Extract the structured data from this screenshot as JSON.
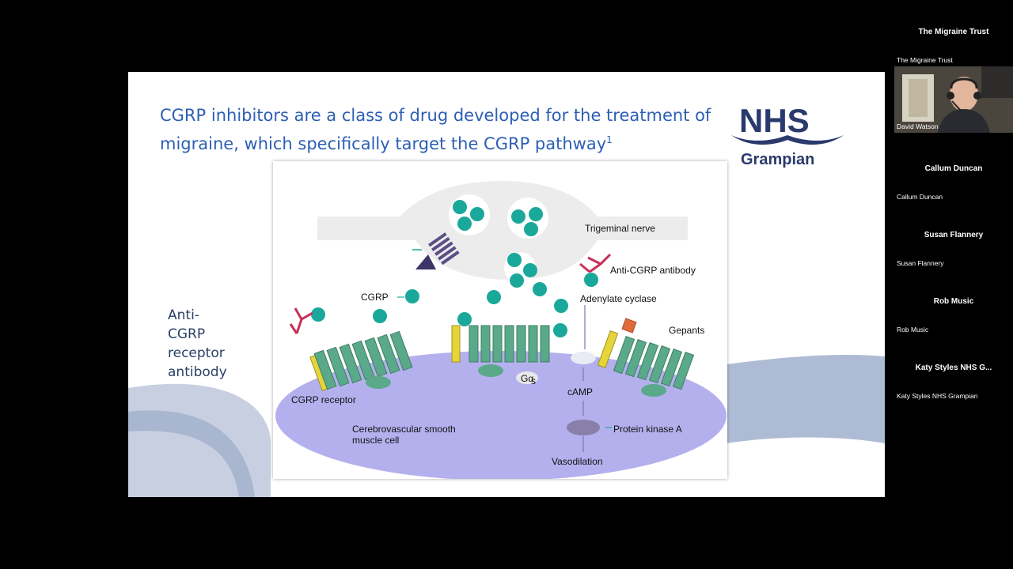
{
  "slide": {
    "title_main": "CGRP inhibitors are a class of drug developed for the treatment of migraine, which specifically target the CGRP pathway",
    "title_sup": "1",
    "logo_nhs": "NHS",
    "logo_region": "Grampian",
    "side_label": "Anti-\nCGRP\nreceptor\nantibody"
  },
  "figure": {
    "labels": {
      "trigeminal": "Trigeminal nerve",
      "anti_cgrp": "Anti-CGRP antibody",
      "cgrp": "CGRP",
      "adenylate": "Adenylate cyclase",
      "gepants": "Gepants",
      "galpha": "Gα",
      "galpha_sub": "s",
      "camp": "cAMP",
      "cgrp_receptor": "CGRP receptor",
      "smooth_muscle": "Cerebrovascular smooth",
      "smooth_muscle_2": "muscle cell",
      "pka": "Protein kinase A",
      "vasodilation": "Vasodilation"
    }
  },
  "participants": {
    "host_title": "The Migraine Trust",
    "host_name": "The Migraine Trust",
    "video_name": "David Watson",
    "tiles": [
      {
        "title": "Callum Duncan",
        "name": "Callum Duncan"
      },
      {
        "title": "Susan Flannery",
        "name": "Susan Flannery"
      },
      {
        "title": "Rob Music",
        "name": "Rob Music"
      },
      {
        "title": "Katy Styles NHS G...",
        "name": "Katy Styles NHS Grampian"
      }
    ]
  },
  "colors": {
    "title_blue": "#2c5fb4",
    "nhs_navy": "#2a3a6c",
    "membrane": "#b4b0ee",
    "receptor_green": "#5aa98a",
    "cgrp_teal": "#1aa89a"
  }
}
